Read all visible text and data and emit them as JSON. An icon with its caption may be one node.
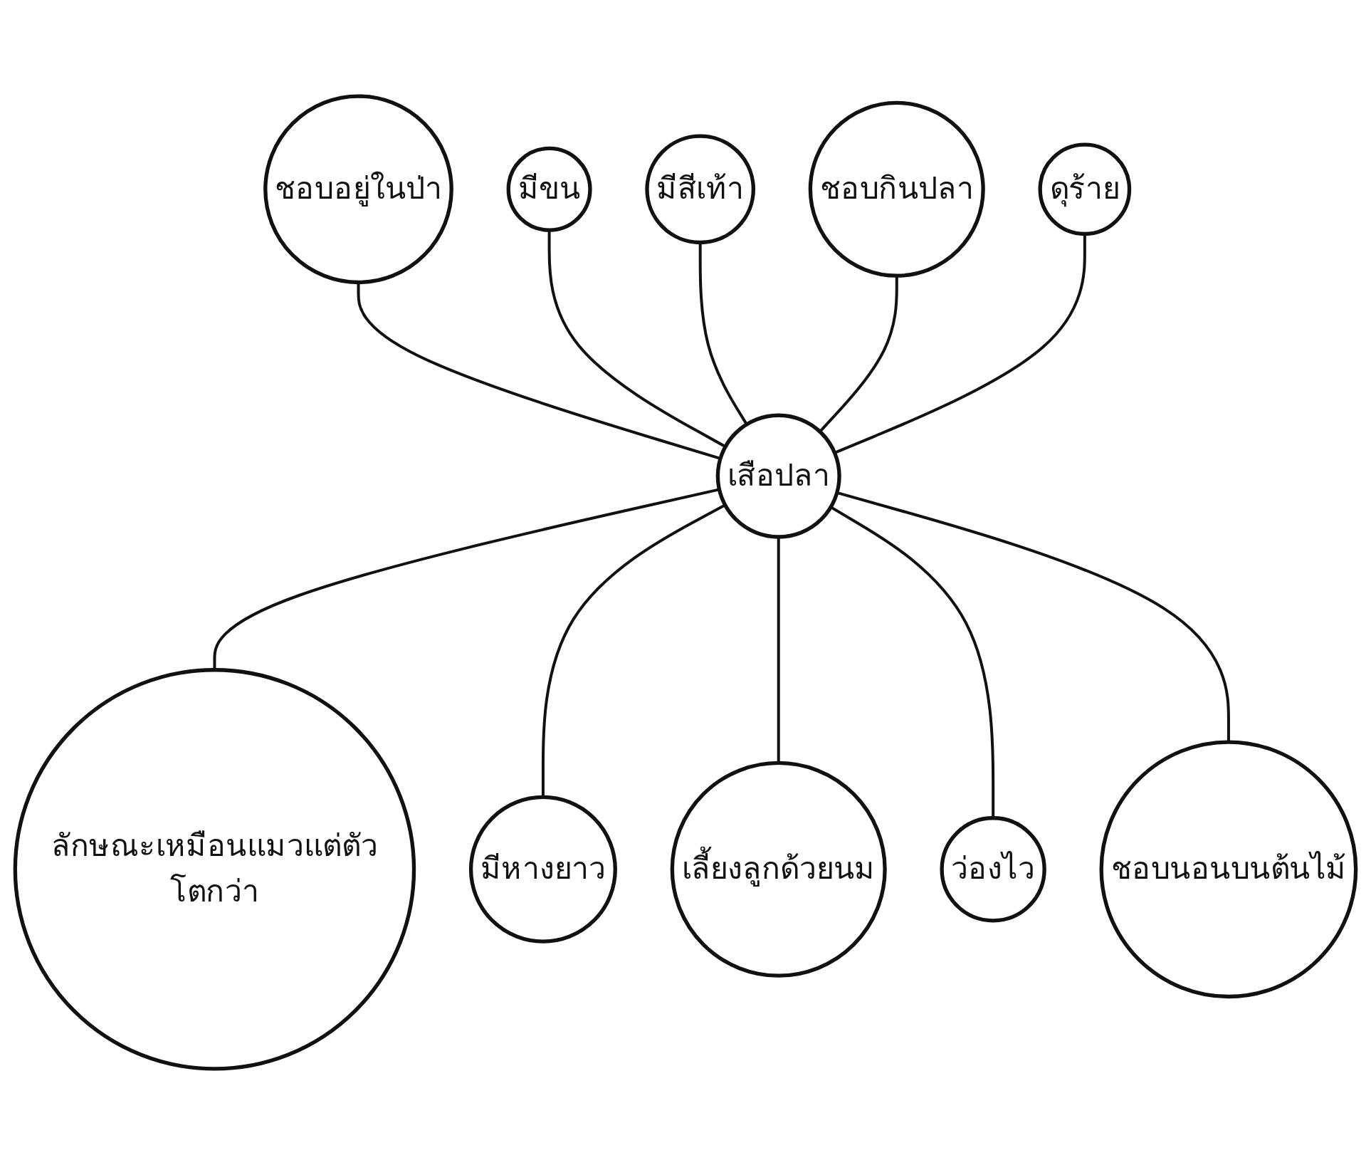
{
  "diagram": {
    "nodes": [
      {
        "text": [
          "มีสีเท้า"
        ]
      },
      {
        "text": [
          "มีขน"
        ]
      },
      {
        "text": [
          "ชอบกินปลา"
        ]
      },
      {
        "text": [
          "ดุร้าย"
        ]
      },
      {
        "text": [
          "ชอบอยู่ในป่า"
        ]
      },
      {
        "text": [
          "เสือปลา"
        ]
      },
      {
        "text": [
          "ชอบนอนบนต้นไม้"
        ]
      },
      {
        "text": [
          "ว่องไว"
        ]
      },
      {
        "text": [
          "ลักษณะเหมือนแมวแต่ตัวโตกว่า"
        ]
      },
      {
        "text": [
          "เลี้ยงลูกด้วยนม"
        ]
      },
      {
        "text": [
          "มีหางยาว"
        ]
      }
    ],
    "edges": [
      {
        "from": 4,
        "to": 5,
        "arrow": "none"
      },
      {
        "from": 1,
        "to": 5,
        "arrow": "none"
      },
      {
        "from": 0,
        "to": 5,
        "arrow": "none"
      },
      {
        "from": 2,
        "to": 5,
        "arrow": "none"
      },
      {
        "from": 3,
        "to": 5,
        "arrow": "none"
      },
      {
        "from": 5,
        "to": 8,
        "arrow": "none"
      },
      {
        "from": 5,
        "to": 10,
        "arrow": "none"
      },
      {
        "from": 5,
        "to": 9,
        "arrow": "none"
      },
      {
        "from": 5,
        "to": 7,
        "arrow": "none"
      },
      {
        "from": 5,
        "to": 6,
        "arrow": "none"
      }
    ]
  }
}
